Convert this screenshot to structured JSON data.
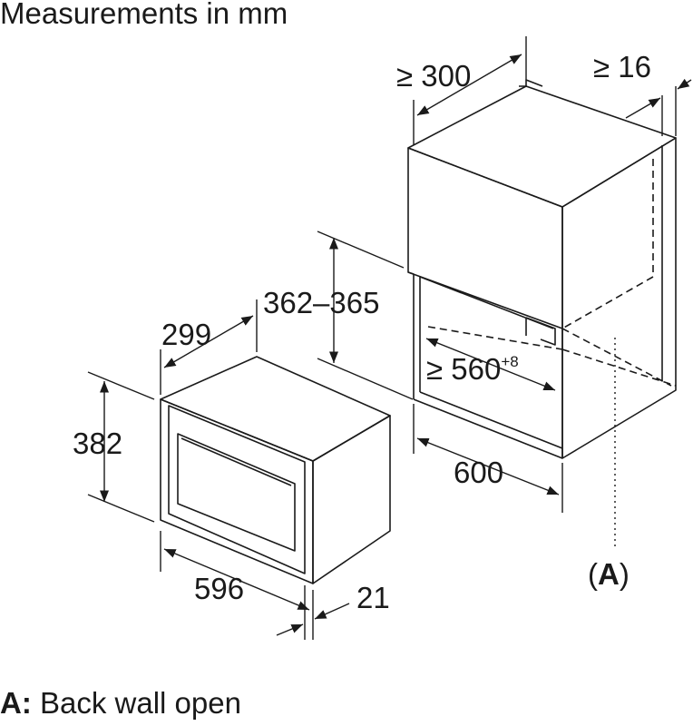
{
  "title": "Measurements in mm",
  "dimensions": {
    "top_depth": "≥ 300",
    "top_gap": "≥ 16",
    "niche_height": "362–365",
    "niche_width_min": "≥ 560",
    "niche_width_tol": "+8",
    "cabinet_width": "600",
    "appliance_depth": "299",
    "appliance_height": "382",
    "appliance_width": "596",
    "front_depth": "21"
  },
  "callout": {
    "label": "(A)",
    "letter": "A"
  },
  "legend": {
    "key": "A:",
    "text": "Back wall open"
  }
}
